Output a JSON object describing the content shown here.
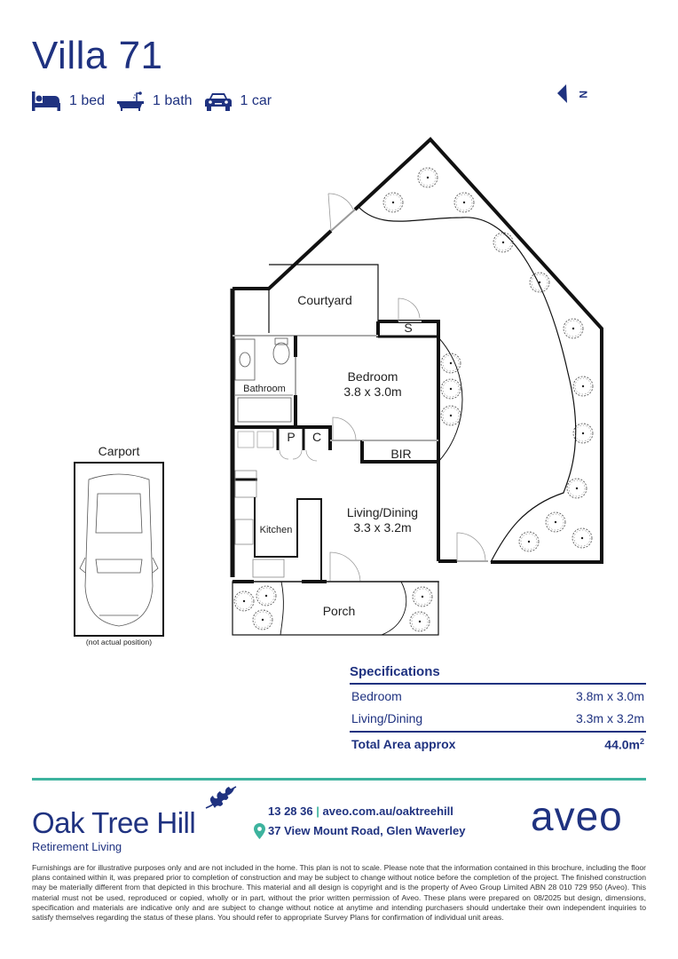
{
  "header": {
    "title": "Villa 71",
    "features": [
      {
        "icon": "bed-icon",
        "label": "1 bed"
      },
      {
        "icon": "bath-icon",
        "label": "1 bath"
      },
      {
        "icon": "car-icon",
        "label": "1 car"
      }
    ],
    "north_label": "N"
  },
  "floorplan": {
    "rooms": {
      "courtyard": "Courtyard",
      "storage": "S",
      "bedroom_name": "Bedroom",
      "bedroom_size": "3.8 x 3.0m",
      "bathroom": "Bathroom",
      "pantry": "P",
      "cupboard": "C",
      "bir": "BIR",
      "kitchen": "Kitchen",
      "living_name": "Living/Dining",
      "living_size": "3.3 x 3.2m",
      "porch": "Porch"
    },
    "carport": {
      "title": "Carport",
      "note": "(not actual position)"
    }
  },
  "specifications": {
    "title": "Specifications",
    "rows": [
      {
        "label": "Bedroom",
        "value": "3.8m x 3.0m"
      },
      {
        "label": "Living/Dining",
        "value": "3.3m x 3.2m"
      }
    ],
    "total_label": "Total Area approx",
    "total_value": "44.0m",
    "total_unit_sup": "2"
  },
  "footer": {
    "brand_name": "Oak Tree Hill",
    "brand_sub": "Retirement Living",
    "phone": "13 28 36",
    "separator": "|",
    "website": "aveo.com.au/oaktreehill",
    "address": "37 View Mount Road, Glen Waverley",
    "company_logo": "aveo",
    "colors": {
      "primary": "#1f3280",
      "accent": "#3db39e"
    },
    "disclaimer": "Furnishings are for illustrative purposes only and are not included in the home. This plan is not to scale. Please note that the information contained in this brochure, including the floor plans contained within it, was prepared prior to completion of construction and may be subject to change without notice before the completion of the project. The finished construction may be materially different from that depicted in this brochure. This material and all design is copyright and is the property of Aveo Group Limited ABN 28 010 729 950 (Aveo). This material must not be used, reproduced or copied, wholly or in part, without the prior written permission of Aveo. These plans were prepared on 08/2025 but design, dimensions, specification and materials are indicative only and are subject to change without notice at anytime and intending purchasers should undertake their own independent inquiries to satisfy themselves regarding the status of these plans. You should refer to appropriate Survey Plans for confirmation of individual unit areas."
  }
}
